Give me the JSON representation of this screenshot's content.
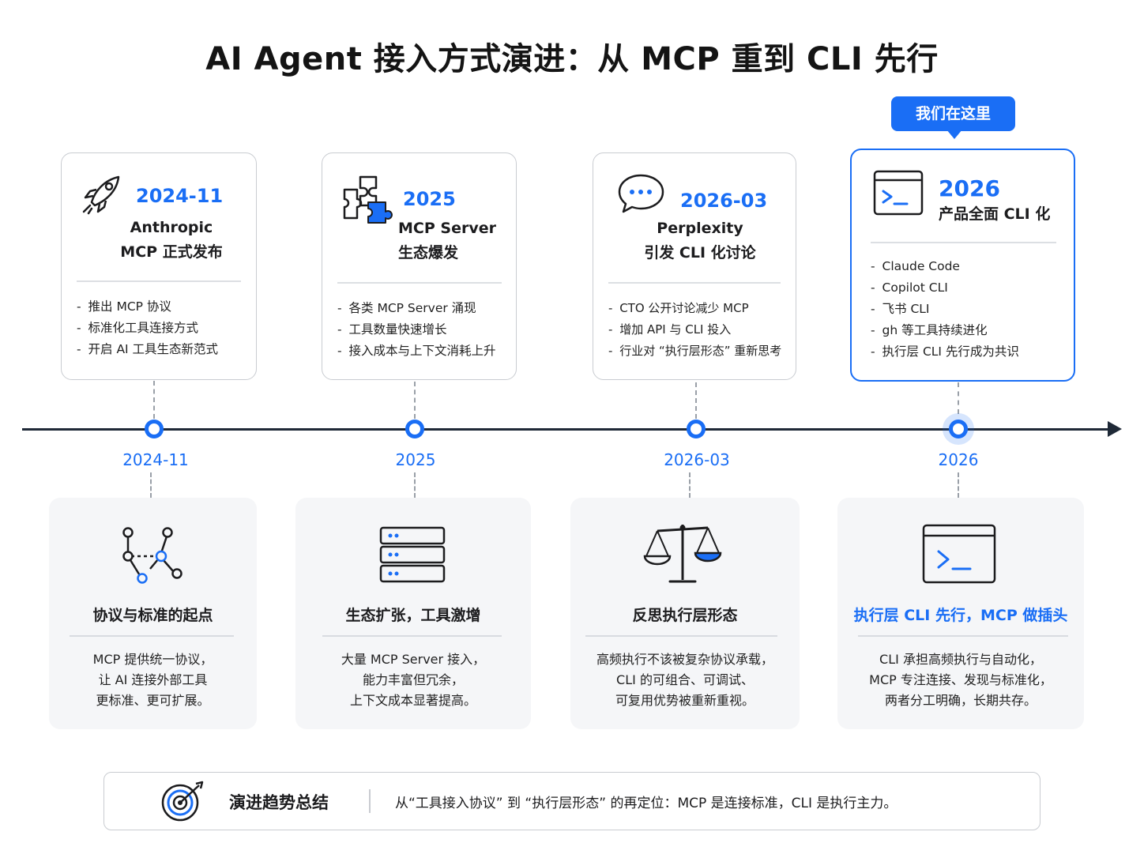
{
  "title": "AI Agent 接入方式演进：从 MCP 重到 CLI 先行",
  "badge": "我们在这里",
  "accent_color": "#1a6ef5",
  "top_cards": [
    {
      "icon": "rocket-icon",
      "year": "2024-11",
      "name_line1": "Anthropic",
      "name_line2": "MCP 正式发布",
      "items": [
        "推出 MCP 协议",
        "标准化工具连接方式",
        "开启 AI 工具生态新范式"
      ]
    },
    {
      "icon": "puzzle-icon",
      "year": "2025",
      "name_line1": "MCP Server",
      "name_line2": "生态爆发",
      "items": [
        "各类 MCP Server 涌现",
        "工具数量快速增长",
        "接入成本与上下文消耗上升"
      ]
    },
    {
      "icon": "chat-bubble-icon",
      "year": "2026-03",
      "name_line1": "Perplexity",
      "name_line2": "引发 CLI 化讨论",
      "items": [
        "CTO 公开讨论减少 MCP",
        "增加 API 与 CLI 投入",
        "行业对 “执行层形态” 重新思考"
      ]
    },
    {
      "icon": "terminal-icon",
      "year": "2026",
      "name_line1": "产品全面 CLI 化",
      "name_line2": "",
      "items": [
        "Claude Code",
        "Copilot CLI",
        "飞书 CLI",
        "gh 等工具持续进化",
        "执行层 CLI 先行成为共识"
      ]
    }
  ],
  "timeline_labels": [
    "2024-11",
    "2025",
    "2026-03",
    "2026"
  ],
  "bottom_cards": [
    {
      "icon": "network-nodes-icon",
      "title": "协议与标准的起点",
      "lines": [
        "MCP 提供统一协议，",
        "让 AI 连接外部工具",
        "更标准、更可扩展。"
      ]
    },
    {
      "icon": "server-stack-icon",
      "title": "生态扩张，工具激增",
      "lines": [
        "大量 MCP Server 接入，",
        "能力丰富但冗余，",
        "上下文成本显著提高。"
      ]
    },
    {
      "icon": "balance-scale-icon",
      "title": "反思执行层形态",
      "lines": [
        "高频执行不该被复杂协议承载，",
        "CLI 的可组合、可调试、",
        "可复用优势被重新重视。"
      ]
    },
    {
      "icon": "terminal-window-icon",
      "title": "执行层 CLI 先行，MCP 做插头",
      "lines": [
        "CLI 承担高频执行与自动化，",
        "MCP 专注连接、发现与标准化，",
        "两者分工明确，长期共存。"
      ]
    }
  ],
  "summary": {
    "icon": "target-icon",
    "title": "演进趋势总结",
    "text": "从“工具接入协议” 到 “执行层形态” 的再定位：MCP 是连接标准，CLI 是执行主力。"
  }
}
